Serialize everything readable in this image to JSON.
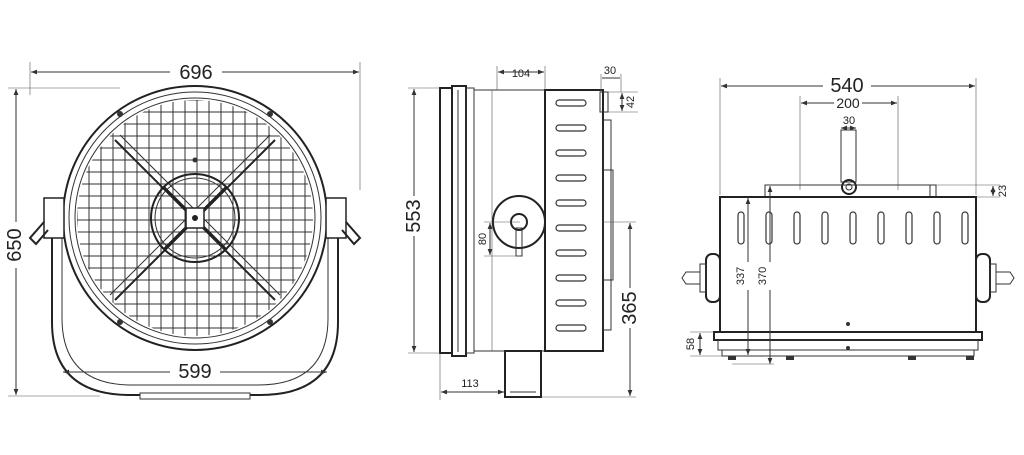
{
  "front_view": {
    "width_overall": "696",
    "height_overall": "650",
    "yoke_width": "599"
  },
  "side_view": {
    "depth_front": "104",
    "top_offset": "30",
    "top_height": "42",
    "height_body": "553",
    "knob_height": "80",
    "pivot_height": "365",
    "base_offset": "113"
  },
  "top_view": {
    "width_overall": "540",
    "handle_span": "200",
    "handle_width": "30",
    "top_lip": "23",
    "inner_height": "337",
    "outer_height": "370",
    "base_height": "58"
  },
  "colors": {
    "line": "#333333",
    "background": "#ffffff"
  }
}
